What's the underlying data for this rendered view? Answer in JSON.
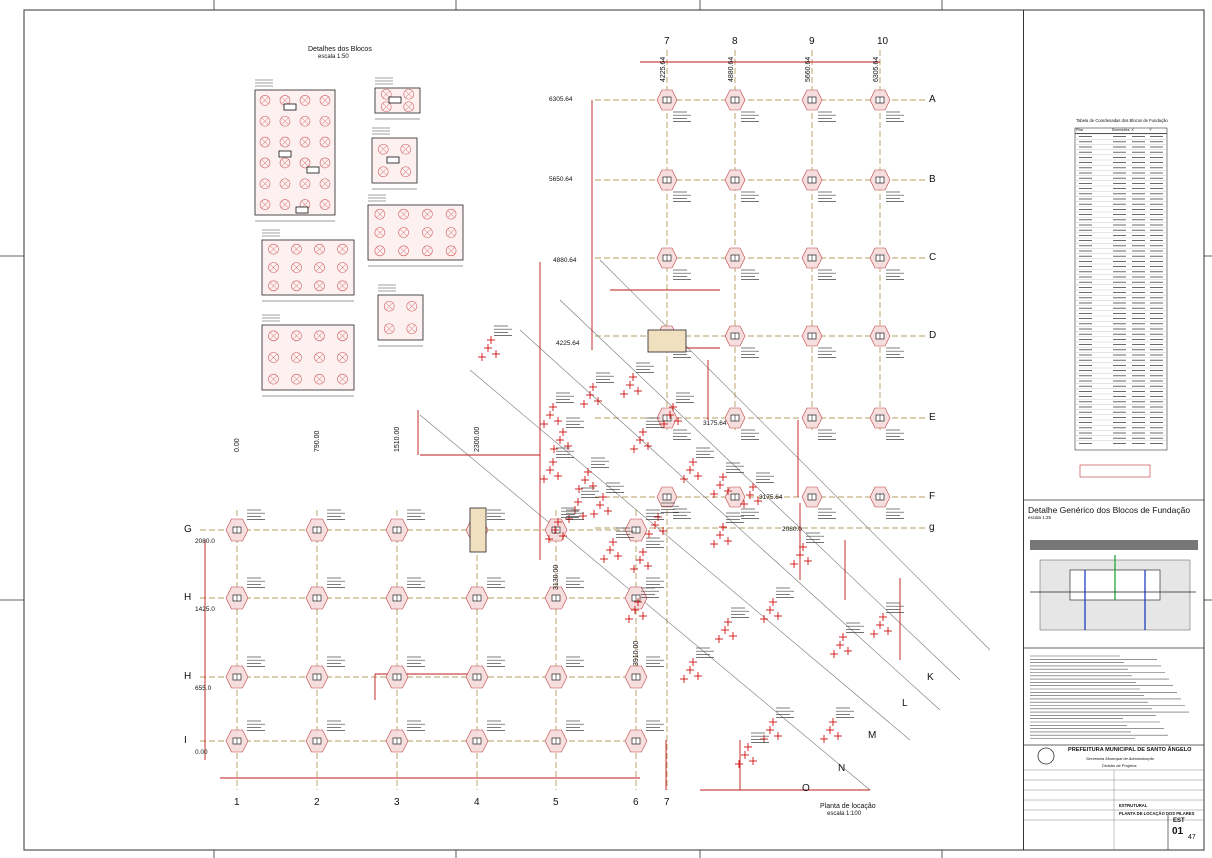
{
  "details": {
    "title": "Detalhes dos Blocos",
    "scale": "escala 1:50"
  },
  "plan": {
    "title": "Planta de locação",
    "scale": "escala 1:100",
    "top_columns": [
      "7",
      "8",
      "9",
      "10"
    ],
    "top_dims": [
      "4225.64",
      "4880.64",
      "5660.64",
      "6305.64"
    ],
    "bottom_columns": [
      "1",
      "2",
      "3",
      "4",
      "5",
      "6",
      "7"
    ],
    "bottom_dims": [
      "0.00",
      "790.00",
      "1510.00",
      "2300.00",
      "3130.00",
      "3910.00"
    ],
    "right_rows": [
      "A",
      "B",
      "C",
      "D",
      "E",
      "F",
      "g"
    ],
    "right_dims": [
      "6305.64",
      "5650.64",
      "4880.64",
      "4225.64",
      "3175.64",
      "3175.64",
      "2080.0"
    ],
    "left_rows": [
      "G",
      "H",
      "H",
      "I"
    ],
    "left_dims": [
      "2080.0",
      "1425.0",
      "655.0",
      "0.00"
    ],
    "diagonal_labels": [
      "K",
      "L",
      "M",
      "N",
      "O"
    ]
  },
  "generic_detail": {
    "title": "Detalhe Genérico dos Blocos de Fundação",
    "scale": "escala 1:25"
  },
  "coord_table": {
    "title": "Tabela de Coordenadas dos Blocos de Fundação",
    "headers": [
      "Pilar",
      "Dimensões",
      "X",
      "Y"
    ]
  },
  "title_block": {
    "org": "PREFEITURA MUNICIPAL DE SANTO ÂNGELO",
    "dept": "Secretaria Municipal de Administração",
    "sub": "Divisão de Projetos",
    "drawing": "PLANTA DE LOCAÇÃO DOS PILARES",
    "discipline": "ESTRUTURAL",
    "sheet_code": "EST",
    "sheet_no": "01",
    "sheet_total": "47"
  }
}
